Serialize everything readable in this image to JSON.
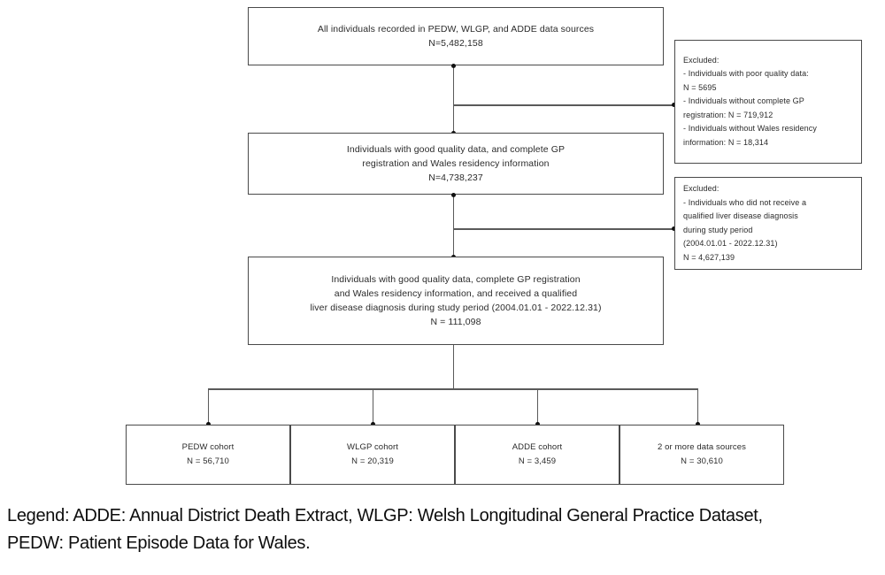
{
  "figure": {
    "type": "flowchart",
    "title": "Study cohort selection flow diagram"
  },
  "nodes": {
    "all_individuals": {
      "line1": "All individuals recorded in PEDW, WLGP, and ADDE data sources",
      "line2": "N=5,482,158"
    },
    "good_quality": {
      "line1": "Individuals with good quality data, and complete GP",
      "line2": "registration and Wales residency information",
      "line3": "N=4,738,237"
    },
    "qualified_diagnosis": {
      "line1": "Individuals with good quality data, complete GP registration",
      "line2": "and Wales residency information, and received a qualified",
      "line3": "liver disease diagnosis during study period (2004.01.01 - 2022.12.31)",
      "line4": "N = 111,098"
    }
  },
  "exclusions": {
    "first": {
      "line1": "Excluded:",
      "line2": "- Individuals with poor quality data:",
      "line3": "N = 5695",
      "line4": "- Individuals without complete GP",
      "line5": "registration: N = 719,912",
      "line6": "- Individuals without Wales residency",
      "line7": "information: N = 18,314"
    },
    "second": {
      "line1": "Excluded:",
      "line2": "- Individuals who did not receive a",
      "line3": "qualified liver disease diagnosis",
      "line4": "during study period",
      "line5": "(2004.01.01 - 2022.12.31)",
      "line6": "N = 4,627,139"
    }
  },
  "cohorts": [
    {
      "label": "PEDW cohort",
      "count": "N = 56,710"
    },
    {
      "label": "WLGP cohort",
      "count": "N = 20,319"
    },
    {
      "label": "ADDE cohort",
      "count": "N = 3,459"
    },
    {
      "label": "2 or more data sources",
      "count": "N = 30,610"
    }
  ],
  "legend": {
    "line1": "Legend: ADDE: Annual District Death Extract, WLGP: Welsh Longitudinal General Practice Dataset,",
    "line2": "PEDW: Patient Episode Data for Wales."
  },
  "colors": {
    "box_border": "#4a4a4a",
    "connector": "#5a5a5a",
    "dot": "#111111",
    "text": "#2b2b2b",
    "background": "#ffffff"
  }
}
